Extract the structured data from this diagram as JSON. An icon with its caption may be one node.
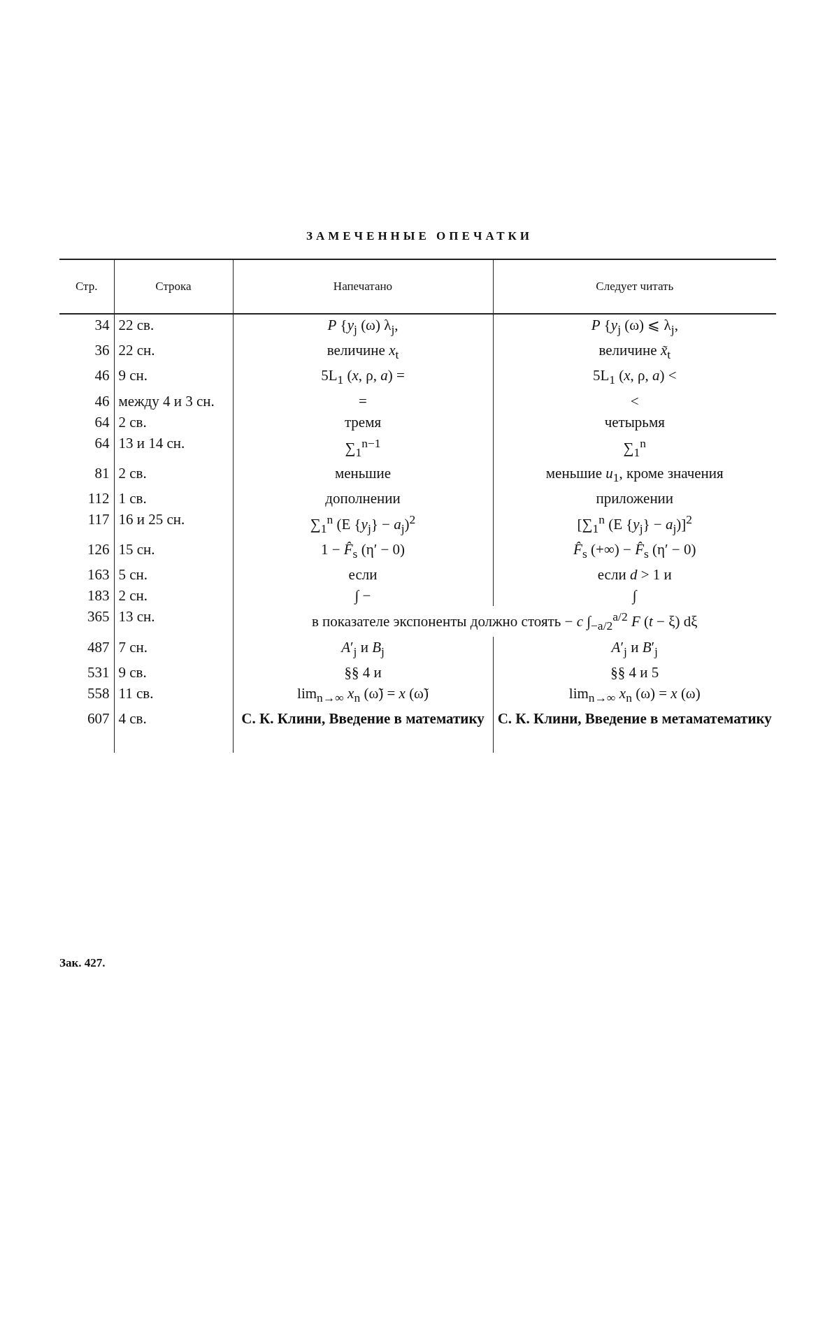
{
  "diagram": {
    "title": "ЗАМЕЧЕННЫЕ ОПЕЧАТКИ",
    "caption": "Зак. 427.",
    "labels": [
      "Стр.",
      "Строка",
      "Напечатано",
      "Следует читать",
      "34",
      "22 св.",
      "*P* {*y*$_{j}$ (ω)  λ$_{j}$,",
      "*P* {*y*$_{j}$ (ω) ⩽ λ$_{j}$,",
      "36",
      "22 сн.",
      "величине *x*$_{t}$",
      "величине *x̃*$_{t}$",
      "46",
      "9 сн.",
      "5L$_{1}$ (*x*, ρ, *a*) =",
      "5L$_{1}$ (*x*, ρ, *a*) <",
      "46",
      "между 4 и 3 сн.",
      "=",
      "<",
      "64",
      "2 св.",
      "тремя",
      "четырьмя",
      "64",
      "13 и 14 сн.",
      "∑$_{1}$$^{n−1}$",
      "∑$_{1}$$^{n}$",
      "81",
      "2 св.",
      "меньшие",
      "меньшие *u*$_{1}$, кроме значения",
      "112",
      "1 св.",
      "дополнении",
      "приложении",
      "117",
      "16 и 25 сн.",
      "∑$_{1}$$^{n}$ (E {*y*$_{j}$} − *a*$_{j}$)$^{2}$",
      "[∑$_{1}$$^{n}$ (E {*y*$_{j}$} − *a*$_{j}$)]$^{2}$",
      "126",
      "15 сн.",
      "1 − *F̂*$_{s}$ (η′ − 0)",
      "*F̂*$_{s}$ (+∞) − *F̂*$_{s}$ (η′ − 0)",
      "163",
      "5 сн.",
      "если",
      "если *d* > 1 и",
      "183",
      "2 сн.",
      "∫ −",
      "∫",
      "365",
      "13 сн.",
      "в показателе экспоненты должно стоять − *c* ∫$_{−a/2}$$^{a/2}$ *F* (*t* − ξ) dξ",
      "487",
      "7 сн.",
      "*A*′$_{j}$ и *B*$_{j}$",
      "*A*′$_{j}$ и *B*′$_{j}$",
      "531",
      "9 св.",
      "§§ 4 и",
      "§§ 4 и 5",
      "558",
      "11 св.",
      "lim$_{n→∞}$ *x*$_{n}$ (ω̃) = *x* (ω̃)",
      "lim$_{n→∞}$ *x*$_{n}$ (ω) = *x* (ω)",
      "607",
      "4 св.",
      "С. К. Клини, Введение в математику",
      "С. К. Клини, Введение в метаматематику"
    ]
  }
}
